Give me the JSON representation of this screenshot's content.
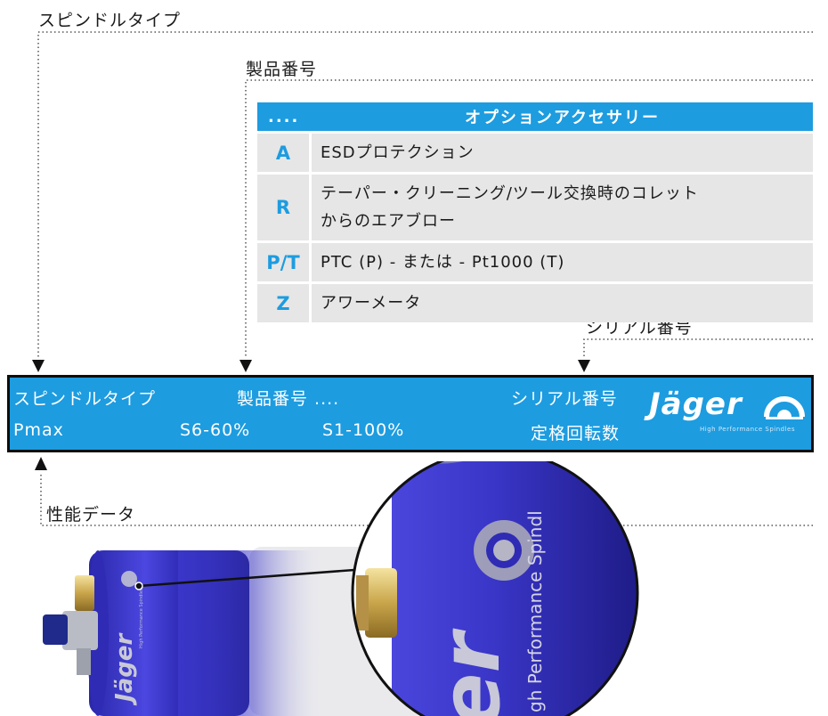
{
  "labels": {
    "spindle_type": "スピンドルタイプ",
    "product_number": "製品番号",
    "serial_number": "シリアル番号",
    "performance_data": "性能データ"
  },
  "option_table": {
    "header_code": "....",
    "header_title": "オプションアクセサリー",
    "rows": [
      {
        "code": "A",
        "desc": "ESDプロテクション"
      },
      {
        "code": "R",
        "desc_line1": "テーパー・クリーニング/ツール交換時のコレット",
        "desc_line2": "からのエアブロー"
      },
      {
        "code": "P/T",
        "desc": "PTC (P) - または - Pt1000 (T)"
      },
      {
        "code": "Z",
        "desc": "アワーメータ"
      }
    ]
  },
  "plate": {
    "spindle_type": "スピンドルタイプ",
    "product_number": "製品番号 ....",
    "serial_number": "シリアル番号",
    "pmax": "Pmax",
    "s6": "S6-60%",
    "s1": "S1-100%",
    "rated_speed": "定格回転数",
    "brand": "Jäger",
    "brand_tagline": "High Performance Spindles"
  },
  "spindle_photo": {
    "brand": "Jäger",
    "tagline": "High Performance Spindles",
    "zoom_brand": "er",
    "zoom_tagline": "gh Performance Spindl"
  },
  "colors": {
    "accent": "#1d9ce0",
    "row_bg": "#e6e6e6",
    "spindle_blue": "#3a36c8"
  }
}
